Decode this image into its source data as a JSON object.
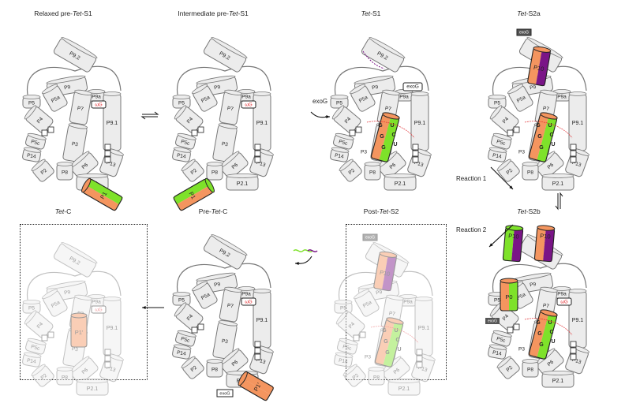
{
  "panels": [
    {
      "id": "relaxed-pre-tet-s1",
      "title": {
        "pre": "Relaxed pre-",
        "it": "Tet",
        "post": "-S1"
      },
      "faded": false
    },
    {
      "id": "intermediate-pre-tet-s1",
      "title": {
        "pre": "Intermediate pre-",
        "it": "Tet",
        "post": "-S1"
      },
      "faded": false
    },
    {
      "id": "tet-s1",
      "title": {
        "pre": "",
        "it": "Tet",
        "post": "-S1"
      },
      "faded": false
    },
    {
      "id": "tet-s2a",
      "title": {
        "pre": "",
        "it": "Tet",
        "post": "-S2a"
      },
      "faded": false
    },
    {
      "id": "tet-s2b",
      "title": {
        "pre": "",
        "it": "Tet",
        "post": "-S2b"
      },
      "faded": false
    },
    {
      "id": "post-tet-s2",
      "title": {
        "pre": "Post-",
        "it": "Tet",
        "post": "-S2"
      },
      "faded": true
    },
    {
      "id": "pre-tet-c",
      "title": {
        "pre": "Pre-",
        "it": "Tet",
        "post": "-C"
      },
      "faded": false
    },
    {
      "id": "tet-c",
      "title": {
        "pre": "",
        "it": "Tet",
        "post": "-C"
      },
      "faded": true
    }
  ],
  "helices": [
    "P9.2",
    "P9",
    "P5a",
    "P5",
    "P9a",
    "P7",
    "P9.1",
    "P4",
    "P5c",
    "P3",
    "P14",
    "P6",
    "P13",
    "P2",
    "P8",
    "P2.1"
  ],
  "extra_labels": {
    "p1": "P1",
    "p1_prime": "P1'",
    "p10": "P10",
    "p0": "P0",
    "omega_g": "ωG",
    "exog": "exoG",
    "pairing_left": [
      "G",
      "G",
      "G"
    ],
    "pairing_right": [
      "U",
      "C",
      "U"
    ]
  },
  "arrows": {
    "exog_label": "exoG",
    "reaction1": "Reaction 1",
    "reaction2": "Reaction 2"
  },
  "colors": {
    "helix_fill": "#ececec",
    "helix_stroke": "#777777",
    "orange": "#f4955f",
    "green": "#7ee22a",
    "purple": "#7a1587",
    "red": "#e0262a"
  }
}
